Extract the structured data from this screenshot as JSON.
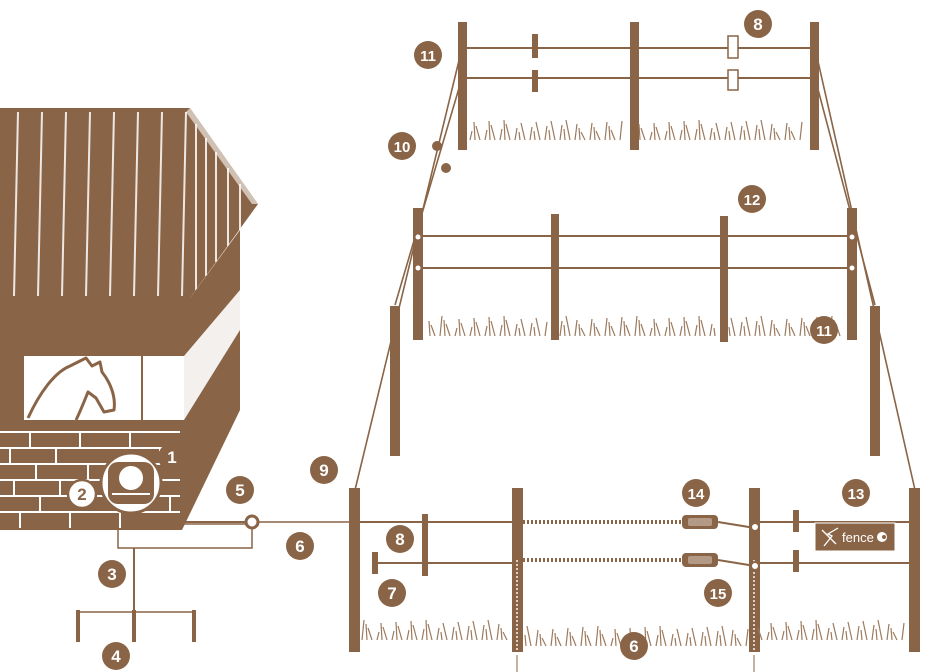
{
  "colors": {
    "brown": "#8a6446",
    "dark_brown": "#7a5638",
    "light_brown": "#a98a6f",
    "grass": "#9c7a5e",
    "wire": "#8a6446",
    "white": "#ffffff"
  },
  "sign": {
    "text": "fence"
  },
  "markers": [
    {
      "id": "m1",
      "label": "1",
      "style": "filled"
    },
    {
      "id": "m2",
      "label": "2",
      "style": "outline"
    },
    {
      "id": "m3",
      "label": "3",
      "style": "filled"
    },
    {
      "id": "m4",
      "label": "4",
      "style": "filled"
    },
    {
      "id": "m5",
      "label": "5",
      "style": "filled"
    },
    {
      "id": "m6a",
      "label": "6",
      "style": "filled"
    },
    {
      "id": "m6b",
      "label": "6",
      "style": "filled"
    },
    {
      "id": "m7",
      "label": "7",
      "style": "filled"
    },
    {
      "id": "m8a",
      "label": "8",
      "style": "filled"
    },
    {
      "id": "m8b",
      "label": "8",
      "style": "filled"
    },
    {
      "id": "m9",
      "label": "9",
      "style": "filled"
    },
    {
      "id": "m10",
      "label": "10",
      "style": "filled"
    },
    {
      "id": "m11a",
      "label": "11",
      "style": "filled"
    },
    {
      "id": "m11b",
      "label": "11",
      "style": "filled"
    },
    {
      "id": "m12",
      "label": "12",
      "style": "filled"
    },
    {
      "id": "m13",
      "label": "13",
      "style": "filled"
    },
    {
      "id": "m14",
      "label": "14",
      "style": "filled"
    },
    {
      "id": "m15",
      "label": "15",
      "style": "filled"
    }
  ]
}
